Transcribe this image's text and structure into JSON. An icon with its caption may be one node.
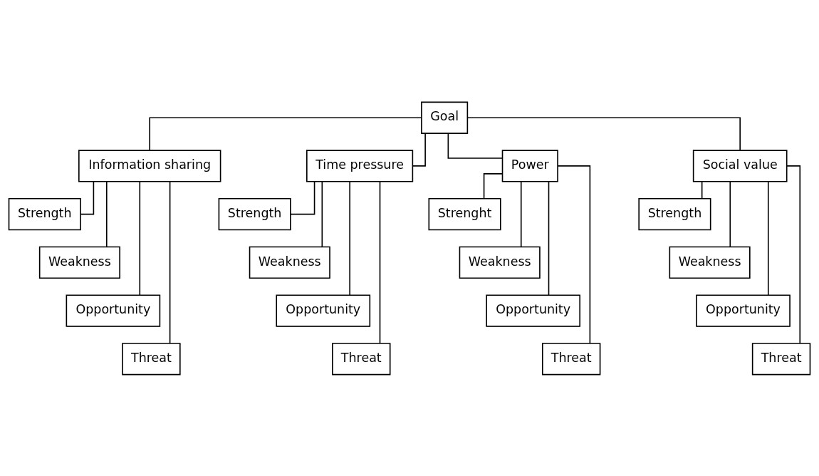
{
  "diagram": {
    "nodes": [
      {
        "text": [
          "Goal"
        ]
      },
      {
        "text": [
          "Information sharing"
        ]
      },
      {
        "text": [
          "Time pressure"
        ]
      },
      {
        "text": [
          "Power"
        ]
      },
      {
        "text": [
          "Social value"
        ]
      },
      {
        "text": [
          "Strength"
        ]
      },
      {
        "text": [
          "Weakness"
        ]
      },
      {
        "text": [
          "Opportunity"
        ]
      },
      {
        "text": [
          "Threat"
        ]
      },
      {
        "text": [
          "Strength"
        ]
      },
      {
        "text": [
          "Weakness"
        ]
      },
      {
        "text": [
          "Opportunity"
        ]
      },
      {
        "text": [
          "Threat"
        ]
      },
      {
        "text": [
          "Strenght"
        ]
      },
      {
        "text": [
          "Weakness"
        ]
      },
      {
        "text": [
          "Opportunity"
        ]
      },
      {
        "text": [
          "Threat"
        ]
      },
      {
        "text": [
          "Strength"
        ]
      },
      {
        "text": [
          "Weakness"
        ]
      },
      {
        "text": [
          "Opportunity"
        ]
      },
      {
        "text": [
          "Threat"
        ]
      }
    ],
    "edges": [
      {
        "from": 0,
        "to": 1,
        "arrow": "none"
      },
      {
        "from": 0,
        "to": 2,
        "arrow": "none"
      },
      {
        "from": 0,
        "to": 3,
        "arrow": "none"
      },
      {
        "from": 0,
        "to": 4,
        "arrow": "none"
      },
      {
        "from": 1,
        "to": 5,
        "arrow": "none"
      },
      {
        "from": 1,
        "to": 6,
        "arrow": "none"
      },
      {
        "from": 1,
        "to": 7,
        "arrow": "none"
      },
      {
        "from": 1,
        "to": 8,
        "arrow": "none"
      },
      {
        "from": 2,
        "to": 9,
        "arrow": "none"
      },
      {
        "from": 2,
        "to": 10,
        "arrow": "none"
      },
      {
        "from": 2,
        "to": 11,
        "arrow": "none"
      },
      {
        "from": 2,
        "to": 12,
        "arrow": "none"
      },
      {
        "from": 3,
        "to": 13,
        "arrow": "none"
      },
      {
        "from": 3,
        "to": 14,
        "arrow": "none"
      },
      {
        "from": 3,
        "to": 15,
        "arrow": "none"
      },
      {
        "from": 3,
        "to": 16,
        "arrow": "none"
      },
      {
        "from": 4,
        "to": 17,
        "arrow": "none"
      },
      {
        "from": 4,
        "to": 18,
        "arrow": "none"
      },
      {
        "from": 4,
        "to": 19,
        "arrow": "none"
      },
      {
        "from": 4,
        "to": 20,
        "arrow": "none"
      }
    ]
  }
}
